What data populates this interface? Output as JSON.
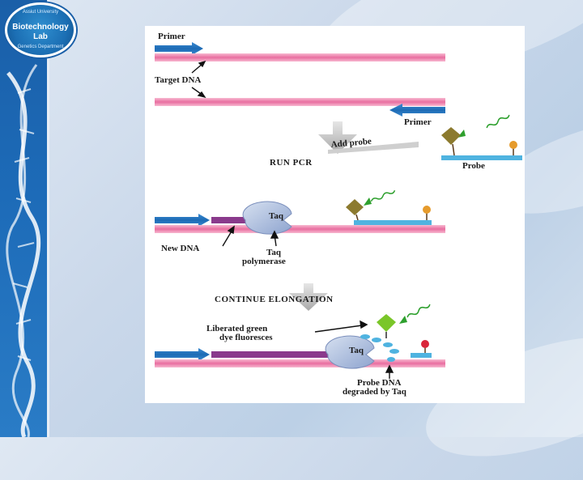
{
  "logo": {
    "line1": "Biotechnology",
    "line2": "Lab",
    "ring_top": "Assiut University",
    "ring_bottom": "Genetics Department"
  },
  "diagram": {
    "primer_top": "Primer",
    "target_dna": "Target DNA",
    "primer_bottom": "Primer",
    "add_probe": "Add probe",
    "probe": "Probe",
    "run_pcr": "RUN PCR",
    "taq": "Taq",
    "new_dna": "New DNA",
    "taq_polymerase_line1": "Taq",
    "taq_polymerase_line2": "polymerase",
    "continue_elongation": "CONTINUE ELONGATION",
    "liberated_line1": "Liberated green",
    "liberated_line2": "dye fluoresces",
    "taq2": "Taq",
    "probe_dna_line1": "Probe DNA",
    "probe_dna_line2": "degraded by Taq"
  },
  "colors": {
    "dna_strand": "#e96ea0",
    "primer": "#1d6bb5",
    "probe": "#4fb3e0",
    "new_dna": "#8a3a8c",
    "taq": "#a9b9da",
    "dye_quenched": "#8c7a2e",
    "dye_liberated": "#7ac629",
    "quencher": "#e69b2c",
    "quencher_red": "#d9263a",
    "sidebar": "#1a5fa8"
  }
}
